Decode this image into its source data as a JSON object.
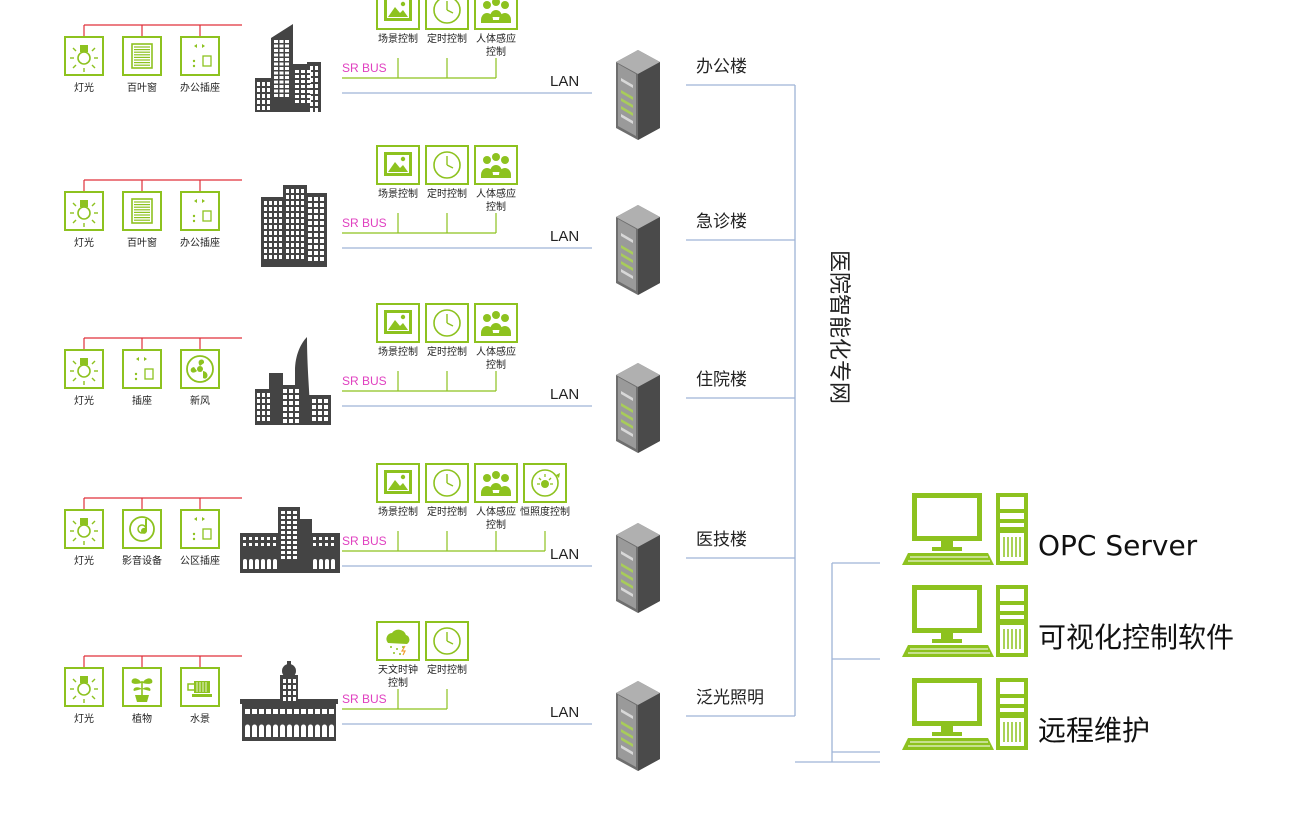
{
  "network_label": "医院智能化专网",
  "bus_label": "SR BUS",
  "lan_label": "LAN",
  "colors": {
    "green": "#8dc21f",
    "red": "#e0303a",
    "blue": "#9fb4d6",
    "magenta": "#e040c0",
    "building": "#444444"
  },
  "rows": [
    {
      "building": "办公楼",
      "devices": [
        {
          "label": "灯光",
          "icon": "lamp-icon"
        },
        {
          "label": "百叶窗",
          "icon": "blinds-icon"
        },
        {
          "label": "办公插座",
          "icon": "socket-icon"
        }
      ],
      "controls": [
        {
          "label": "场景控制",
          "icon": "scene-icon"
        },
        {
          "label": "定时控制",
          "icon": "clock-icon"
        },
        {
          "label": "人体感应",
          "label2": "控制",
          "icon": "people-icon"
        }
      ]
    },
    {
      "building": "急诊楼",
      "devices": [
        {
          "label": "灯光",
          "icon": "lamp-icon"
        },
        {
          "label": "百叶窗",
          "icon": "blinds-icon"
        },
        {
          "label": "办公插座",
          "icon": "socket-icon"
        }
      ],
      "controls": [
        {
          "label": "场景控制",
          "icon": "scene-icon"
        },
        {
          "label": "定时控制",
          "icon": "clock-icon"
        },
        {
          "label": "人体感应",
          "label2": "控制",
          "icon": "people-icon"
        }
      ]
    },
    {
      "building": "住院楼",
      "devices": [
        {
          "label": "灯光",
          "icon": "lamp-icon"
        },
        {
          "label": "插座",
          "icon": "socket-icon"
        },
        {
          "label": "新风",
          "icon": "fan-icon"
        }
      ],
      "controls": [
        {
          "label": "场景控制",
          "icon": "scene-icon"
        },
        {
          "label": "定时控制",
          "icon": "clock-icon"
        },
        {
          "label": "人体感应",
          "label2": "控制",
          "icon": "people-icon"
        }
      ]
    },
    {
      "building": "医技楼",
      "devices": [
        {
          "label": "灯光",
          "icon": "lamp-icon"
        },
        {
          "label": "影音设备",
          "icon": "disc-icon"
        },
        {
          "label": "公区插座",
          "icon": "socket-icon"
        }
      ],
      "controls": [
        {
          "label": "场景控制",
          "icon": "scene-icon"
        },
        {
          "label": "定时控制",
          "icon": "clock-icon"
        },
        {
          "label": "人体感应",
          "label2": "控制",
          "icon": "people-icon"
        },
        {
          "label": "恒照度控制",
          "icon": "illuminance-icon"
        }
      ]
    },
    {
      "building": "泛光照明",
      "devices": [
        {
          "label": "灯光",
          "icon": "lamp-icon"
        },
        {
          "label": "植物",
          "icon": "plant-icon"
        },
        {
          "label": "水景",
          "icon": "pump-icon"
        }
      ],
      "controls": [
        {
          "label": "天文时钟",
          "label2": "控制",
          "icon": "weather-icon"
        },
        {
          "label": "定时控制",
          "icon": "clock-icon"
        }
      ]
    }
  ],
  "clients": [
    {
      "label": "OPC Server",
      "icon": "computer-icon"
    },
    {
      "label": "可视化控制软件",
      "icon": "computer-icon"
    },
    {
      "label": "远程维护",
      "icon": "computer-icon"
    }
  ]
}
